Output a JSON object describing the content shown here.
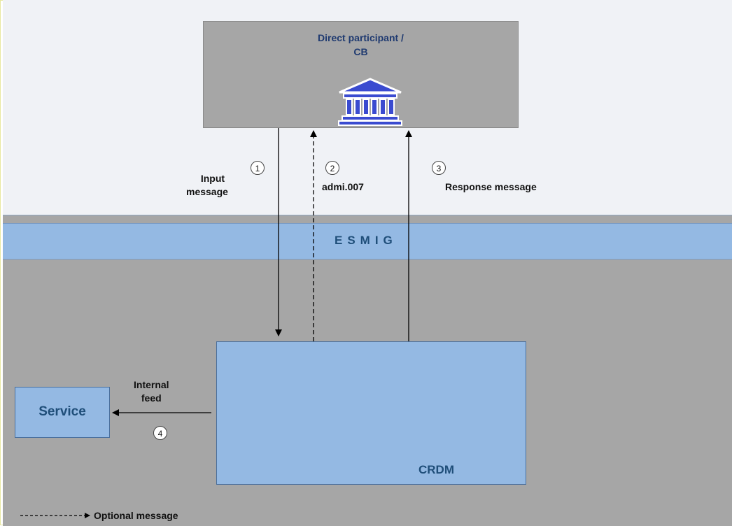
{
  "participant": {
    "title_line1": "Direct participant /",
    "title_line2": "CB",
    "icon": "bank-icon"
  },
  "esmig": {
    "label": "ESMIG"
  },
  "crdm": {
    "label": "CRDM"
  },
  "service": {
    "label": "Service"
  },
  "flows": [
    {
      "step": "1",
      "label_line1": "Input",
      "label_line2": "message"
    },
    {
      "step": "2",
      "label": "admi.007"
    },
    {
      "step": "3",
      "label": "Response message"
    },
    {
      "step": "4",
      "label_line1": "Internal",
      "label_line2": "feed"
    }
  ],
  "legend": {
    "label": "Optional message"
  },
  "colors": {
    "box_blue": "#94b9e3",
    "label_blue": "#1f4e79",
    "grey": "#a6a6a6",
    "top_bg": "#f0f2f6"
  }
}
